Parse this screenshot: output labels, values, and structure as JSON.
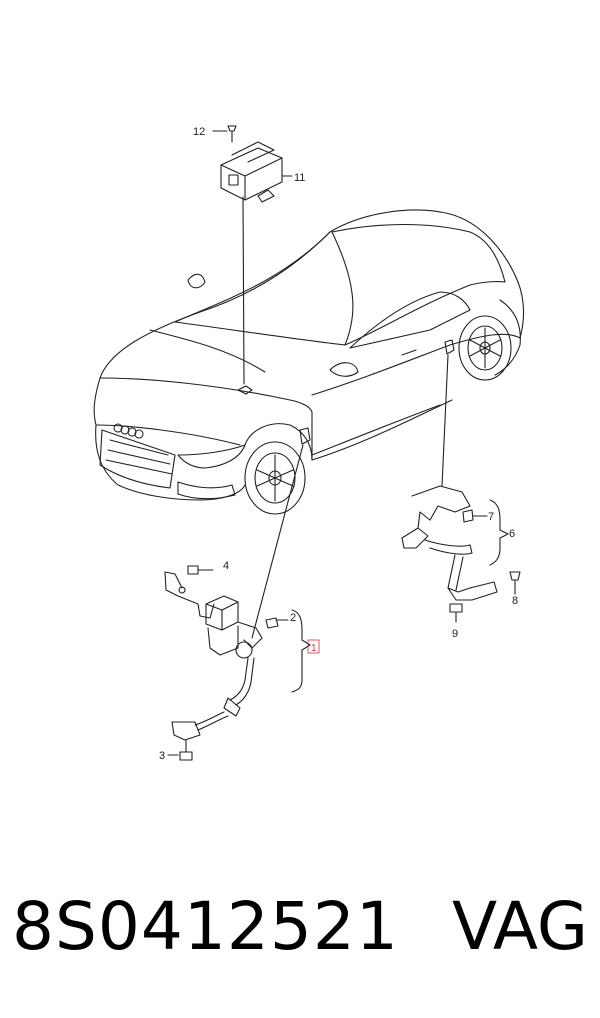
{
  "callouts": {
    "c1": "1",
    "c2": "2",
    "c3": "3",
    "c4": "4",
    "c6": "6",
    "c7": "7",
    "c8": "8",
    "c9": "9",
    "c11": "11",
    "c12": "12"
  },
  "footer": {
    "part_number": "8S0412521",
    "brand": "VAG"
  },
  "colors": {
    "line": "#222222",
    "highlight": "#d0304a"
  }
}
